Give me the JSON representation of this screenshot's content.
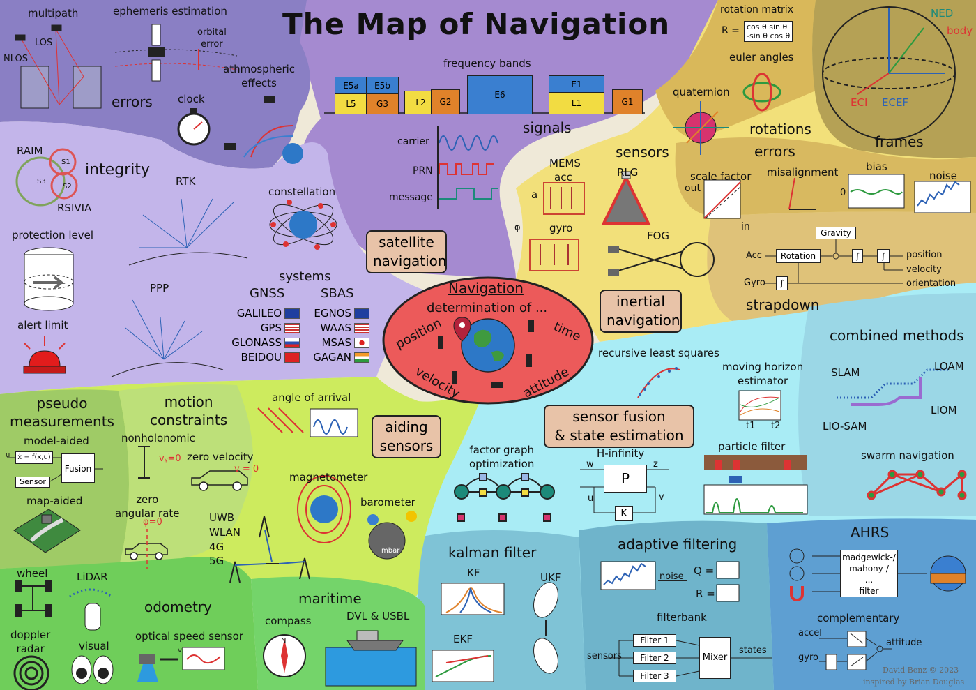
{
  "title": "The Map of Navigation",
  "center": {
    "heading": "Navigation",
    "subheading": "determination of ...",
    "position": "position",
    "time": "time",
    "velocity": "velocity",
    "attitude": "attitude"
  },
  "regions": {
    "satellite_navigation": "satellite\nnavigation",
    "inertial_navigation": "inertial\nnavigation",
    "aiding_sensors": "aiding\nsensors",
    "sensor_fusion": "sensor fusion\n& state estimation"
  },
  "errors_region": {
    "multipath": "multipath",
    "los": "LOS",
    "nlos": "NLOS",
    "ephemeris": "ephemeris estimation",
    "orbital_error": "orbital\nerror",
    "errors": "errors",
    "clock": "clock",
    "atmospheric": "athmospheric\neffects"
  },
  "signals": {
    "frequency_bands": "frequency bands",
    "bands": [
      {
        "label": "E5a",
        "color": "#3a7fd0"
      },
      {
        "label": "E5b",
        "color": "#3a7fd0"
      },
      {
        "label": "L5",
        "color": "#f2dc42"
      },
      {
        "label": "G3",
        "color": "#e0822a"
      },
      {
        "label": "L2",
        "color": "#f2dc42"
      },
      {
        "label": "G2",
        "color": "#e0822a"
      },
      {
        "label": "E6",
        "color": "#3a7fd0"
      },
      {
        "label": "E1",
        "color": "#3a7fd0"
      },
      {
        "label": "L1",
        "color": "#f2dc42"
      },
      {
        "label": "G1",
        "color": "#e0822a"
      }
    ],
    "heading": "signals",
    "carrier": "carrier",
    "prn": "PRN",
    "message": "message"
  },
  "integrity": {
    "raim": "RAIM",
    "s1": "S1",
    "s2": "S2",
    "s3": "S3",
    "rsivia": "RSIVIA",
    "heading": "integrity",
    "protection_level": "protection level",
    "alert_limit": "alert limit"
  },
  "positioning": {
    "rtk": "RTK",
    "ppp": "PPP",
    "constellation": "constellation"
  },
  "systems": {
    "heading": "systems",
    "gnss": "GNSS",
    "sbas": "SBAS",
    "rows": [
      {
        "gnss": "GALILEO",
        "gflag": "eu",
        "sbas": "EGNOS",
        "sflag": "eu"
      },
      {
        "gnss": "GPS",
        "gflag": "us",
        "sbas": "WAAS",
        "sflag": "us"
      },
      {
        "gnss": "GLONASS",
        "gflag": "ru",
        "sbas": "MSAS",
        "sflag": "jp"
      },
      {
        "gnss": "BEIDOU",
        "gflag": "cn",
        "sbas": "GAGAN",
        "sflag": "in"
      }
    ]
  },
  "rotations": {
    "rotation_matrix": "rotation matrix",
    "r_equals": "R =",
    "matrix_row1": "cos θ  sin θ",
    "matrix_row2": "-sin θ  cos θ",
    "euler_angles": "euler angles",
    "quaternion": "quaternion",
    "heading": "rotations"
  },
  "frames": {
    "ned": "NED",
    "body": "body",
    "eci": "ECI",
    "ecef": "ECEF",
    "heading": "frames"
  },
  "sensors": {
    "heading": "sensors",
    "mems": "MEMS",
    "acc": "acc",
    "a_bar": "a",
    "gyro": "gyro",
    "phi": "φ",
    "rlg": "RLG",
    "fog": "FOG"
  },
  "sensor_errors": {
    "heading": "errors",
    "scale_factor": "scale factor",
    "out": "out",
    "in": "in",
    "misalignment": "misalignment",
    "bias": "bias",
    "zero": "0",
    "noise": "noise"
  },
  "strapdown": {
    "gravity": "Gravity",
    "acc": "Acc",
    "rotation": "Rotation",
    "gyro": "Gyro",
    "position": "position",
    "velocity": "velocity",
    "orientation": "orientation",
    "integral": "∫",
    "heading": "strapdown"
  },
  "pseudo": {
    "heading": "pseudo\nmeasurements",
    "model_aided": "model-aided",
    "u": "u",
    "xdot": "ẋ = f(x,u)",
    "fusion": "Fusion",
    "sensor": "Sensor",
    "map_aided": "map-aided"
  },
  "motion": {
    "heading": "motion\nconstraints",
    "nonholonomic": "nonholonomic",
    "vy0": "vᵧ=0",
    "zero_velocity": "zero velocity",
    "v0": "v = 0",
    "zero_angular_rate": "zero\nangular rate",
    "phidot0": "φ̇=0"
  },
  "aiding": {
    "angle_of_arrival": "angle of arrival",
    "magnetometer": "magnetometer",
    "barometer": "barometer",
    "mbar": "mbar",
    "uwb": "UWB",
    "wlan": "WLAN",
    "g4": "4G",
    "g5": "5G"
  },
  "odometry": {
    "wheel": "wheel",
    "lidar": "LiDAR",
    "heading": "odometry",
    "doppler_radar": "doppler\nradar",
    "visual": "visual",
    "optical_speed_sensor": "optical speed sensor",
    "v": "v"
  },
  "maritime": {
    "heading": "maritime",
    "compass": "compass",
    "n": "N",
    "dvl_usbl": "DVL & USBL"
  },
  "fusion": {
    "recursive_least_squares": "recursive least squares",
    "moving_horizon": "moving horizon\nestimator",
    "t1": "t1",
    "t2": "t2",
    "factor_graph": "factor graph\noptimization",
    "h_infinity": "H-infinity",
    "w": "w",
    "z": "z",
    "u": "u",
    "v": "v",
    "p": "P",
    "k": "K",
    "particle_filter": "particle filter"
  },
  "combined": {
    "heading": "combined methods",
    "slam": "SLAM",
    "loam": "LOAM",
    "liom": "LIOM",
    "lio_sam": "LIO-SAM",
    "swarm": "swarm navigation"
  },
  "kalman": {
    "heading": "kalman filter",
    "kf": "KF",
    "ukf": "UKF",
    "ekf": "EKF"
  },
  "adaptive": {
    "heading": "adaptive filtering",
    "noise": "noise",
    "q": "Q =",
    "r": "R =",
    "filterbank": "filterbank",
    "sensors": "sensors",
    "filter1": "Filter 1",
    "filter2": "Filter 2",
    "filter3": "Filter 3",
    "mixer": "Mixer",
    "states": "states"
  },
  "ahrs": {
    "heading": "AHRS",
    "box": "madgewick-/\nmahony-/\n...\nfilter",
    "complementary": "complementary",
    "accel": "accel",
    "gyro": "gyro",
    "attitude": "attitude"
  },
  "credits": {
    "line1": "David Benz © 2023",
    "line2": "inspired by Brian Douglas"
  },
  "colors": {
    "errors_region": "#8a7fc4",
    "satellite_region": "#a58ad0",
    "inertial_yellow": "#f2e07a",
    "rotations_gold": "#d9b85a",
    "frames_olive": "#b5a155",
    "fusion_cyan": "#a9ecf5",
    "aiding_lime": "#cdeb5e",
    "pseudo_green": "#9fcb66",
    "odometry_green": "#6fce5a",
    "kalman_blue": "#7fc3d6",
    "ahrs_blue": "#5e9fd2",
    "center_red": "#ec5a5a",
    "label_box": "#e8c3a8"
  },
  "icons": [
    "satellite-icon",
    "building-icon",
    "stopwatch-icon",
    "globe-icon",
    "flag-icon",
    "car-icon",
    "antenna-icon",
    "siren-icon",
    "compass-icon",
    "ship-icon",
    "eye-icon",
    "cloud-icon",
    "sun-icon",
    "map-pin-icon"
  ]
}
